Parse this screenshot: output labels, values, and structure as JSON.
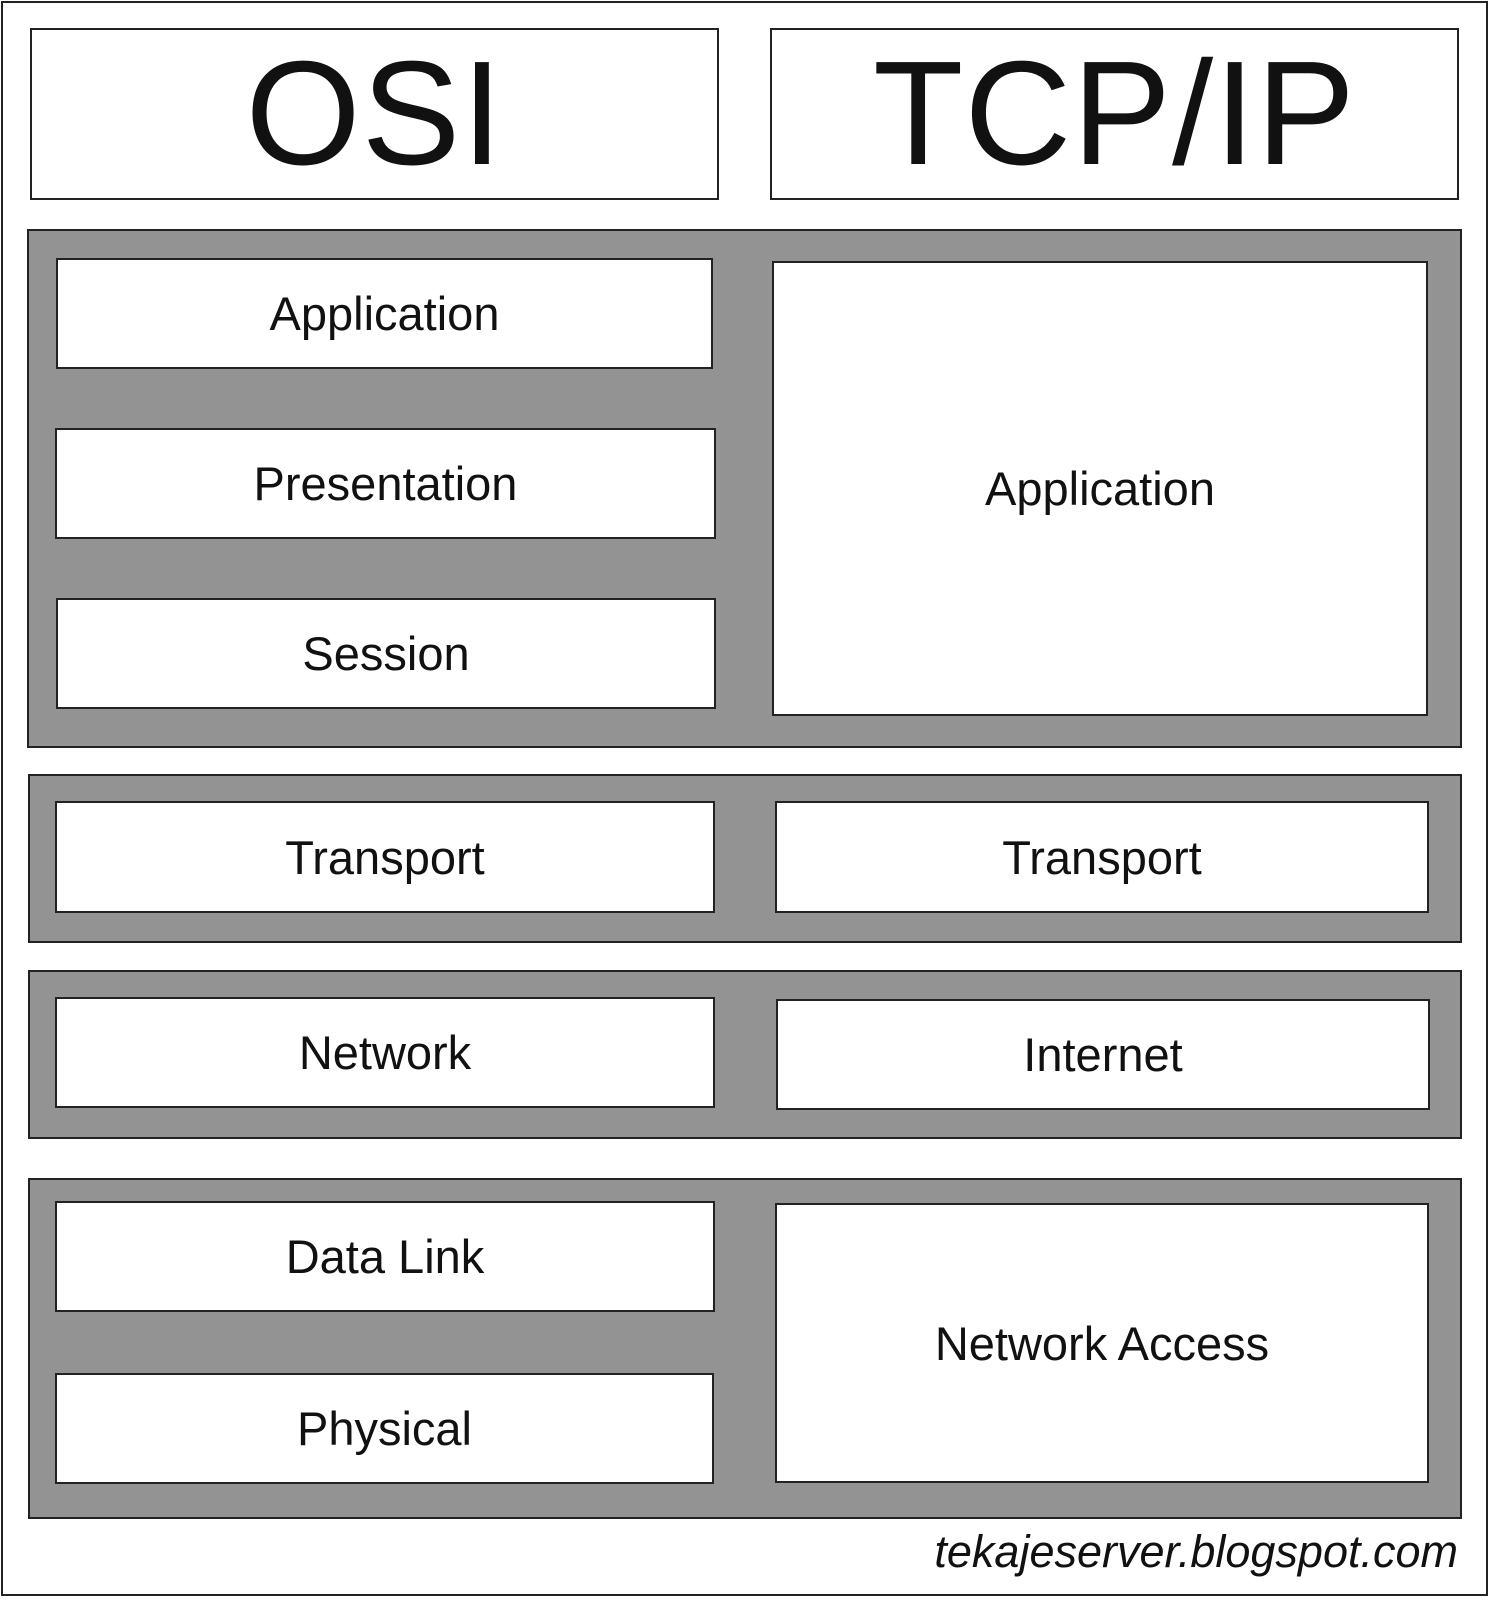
{
  "headers": {
    "osi": "OSI",
    "tcpip": "TCP/IP"
  },
  "osi_layers": {
    "application": "Application",
    "presentation": "Presentation",
    "session": "Session",
    "transport": "Transport",
    "network": "Network",
    "data_link": "Data Link",
    "physical": "Physical"
  },
  "tcpip_layers": {
    "application": "Application",
    "transport": "Transport",
    "internet": "Internet",
    "network_access": "Network Access"
  },
  "watermark": "tekajeserver.blogspot.com",
  "colors": {
    "band_fill": "#939393",
    "box_fill": "#ffffff",
    "outline": "#222222"
  }
}
